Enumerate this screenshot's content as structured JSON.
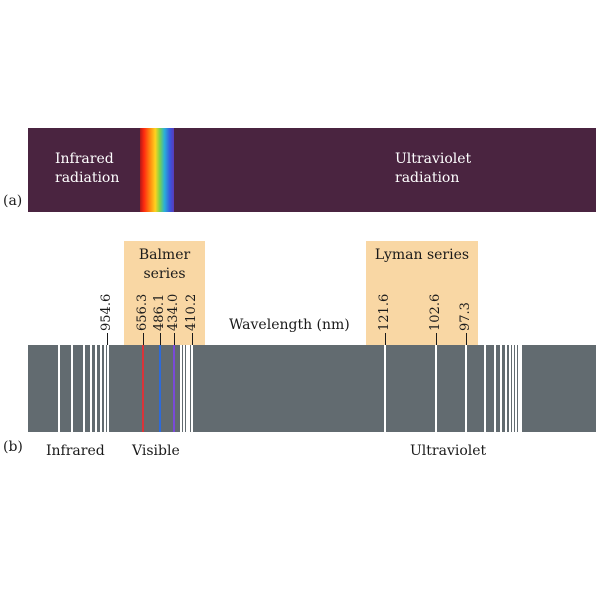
{
  "panel_a": {
    "label": "(a)",
    "infrared_text": [
      "Infrared",
      "radiation"
    ],
    "ultraviolet_text": [
      "Ultraviolet",
      "radiation"
    ]
  },
  "panel_b": {
    "label": "(b)",
    "axis_title": "Wavelength (nm)",
    "balmer_title": [
      "Balmer",
      "series"
    ],
    "lyman_title": "Lyman series",
    "regions": [
      "Infrared",
      "Visible",
      "Ultraviolet"
    ],
    "labeled_lines": [
      {
        "value": "954.6",
        "color": "#ffffff"
      },
      {
        "value": "656.3",
        "color": "#d9343a"
      },
      {
        "value": "486.1",
        "color": "#2e6ad8"
      },
      {
        "value": "434.0",
        "color": "#7a4ad8"
      },
      {
        "value": "410.2",
        "color": "#ffffff"
      },
      {
        "value": "121.6",
        "color": "#ffffff"
      },
      {
        "value": "102.6",
        "color": "#ffffff"
      },
      {
        "value": "97.3",
        "color": "#ffffff"
      }
    ]
  },
  "colors": {
    "band_background": "#4a2440",
    "spectrum_background": "#626b70",
    "series_box": "#f9d7a4",
    "emission_line": "#ffffff"
  }
}
